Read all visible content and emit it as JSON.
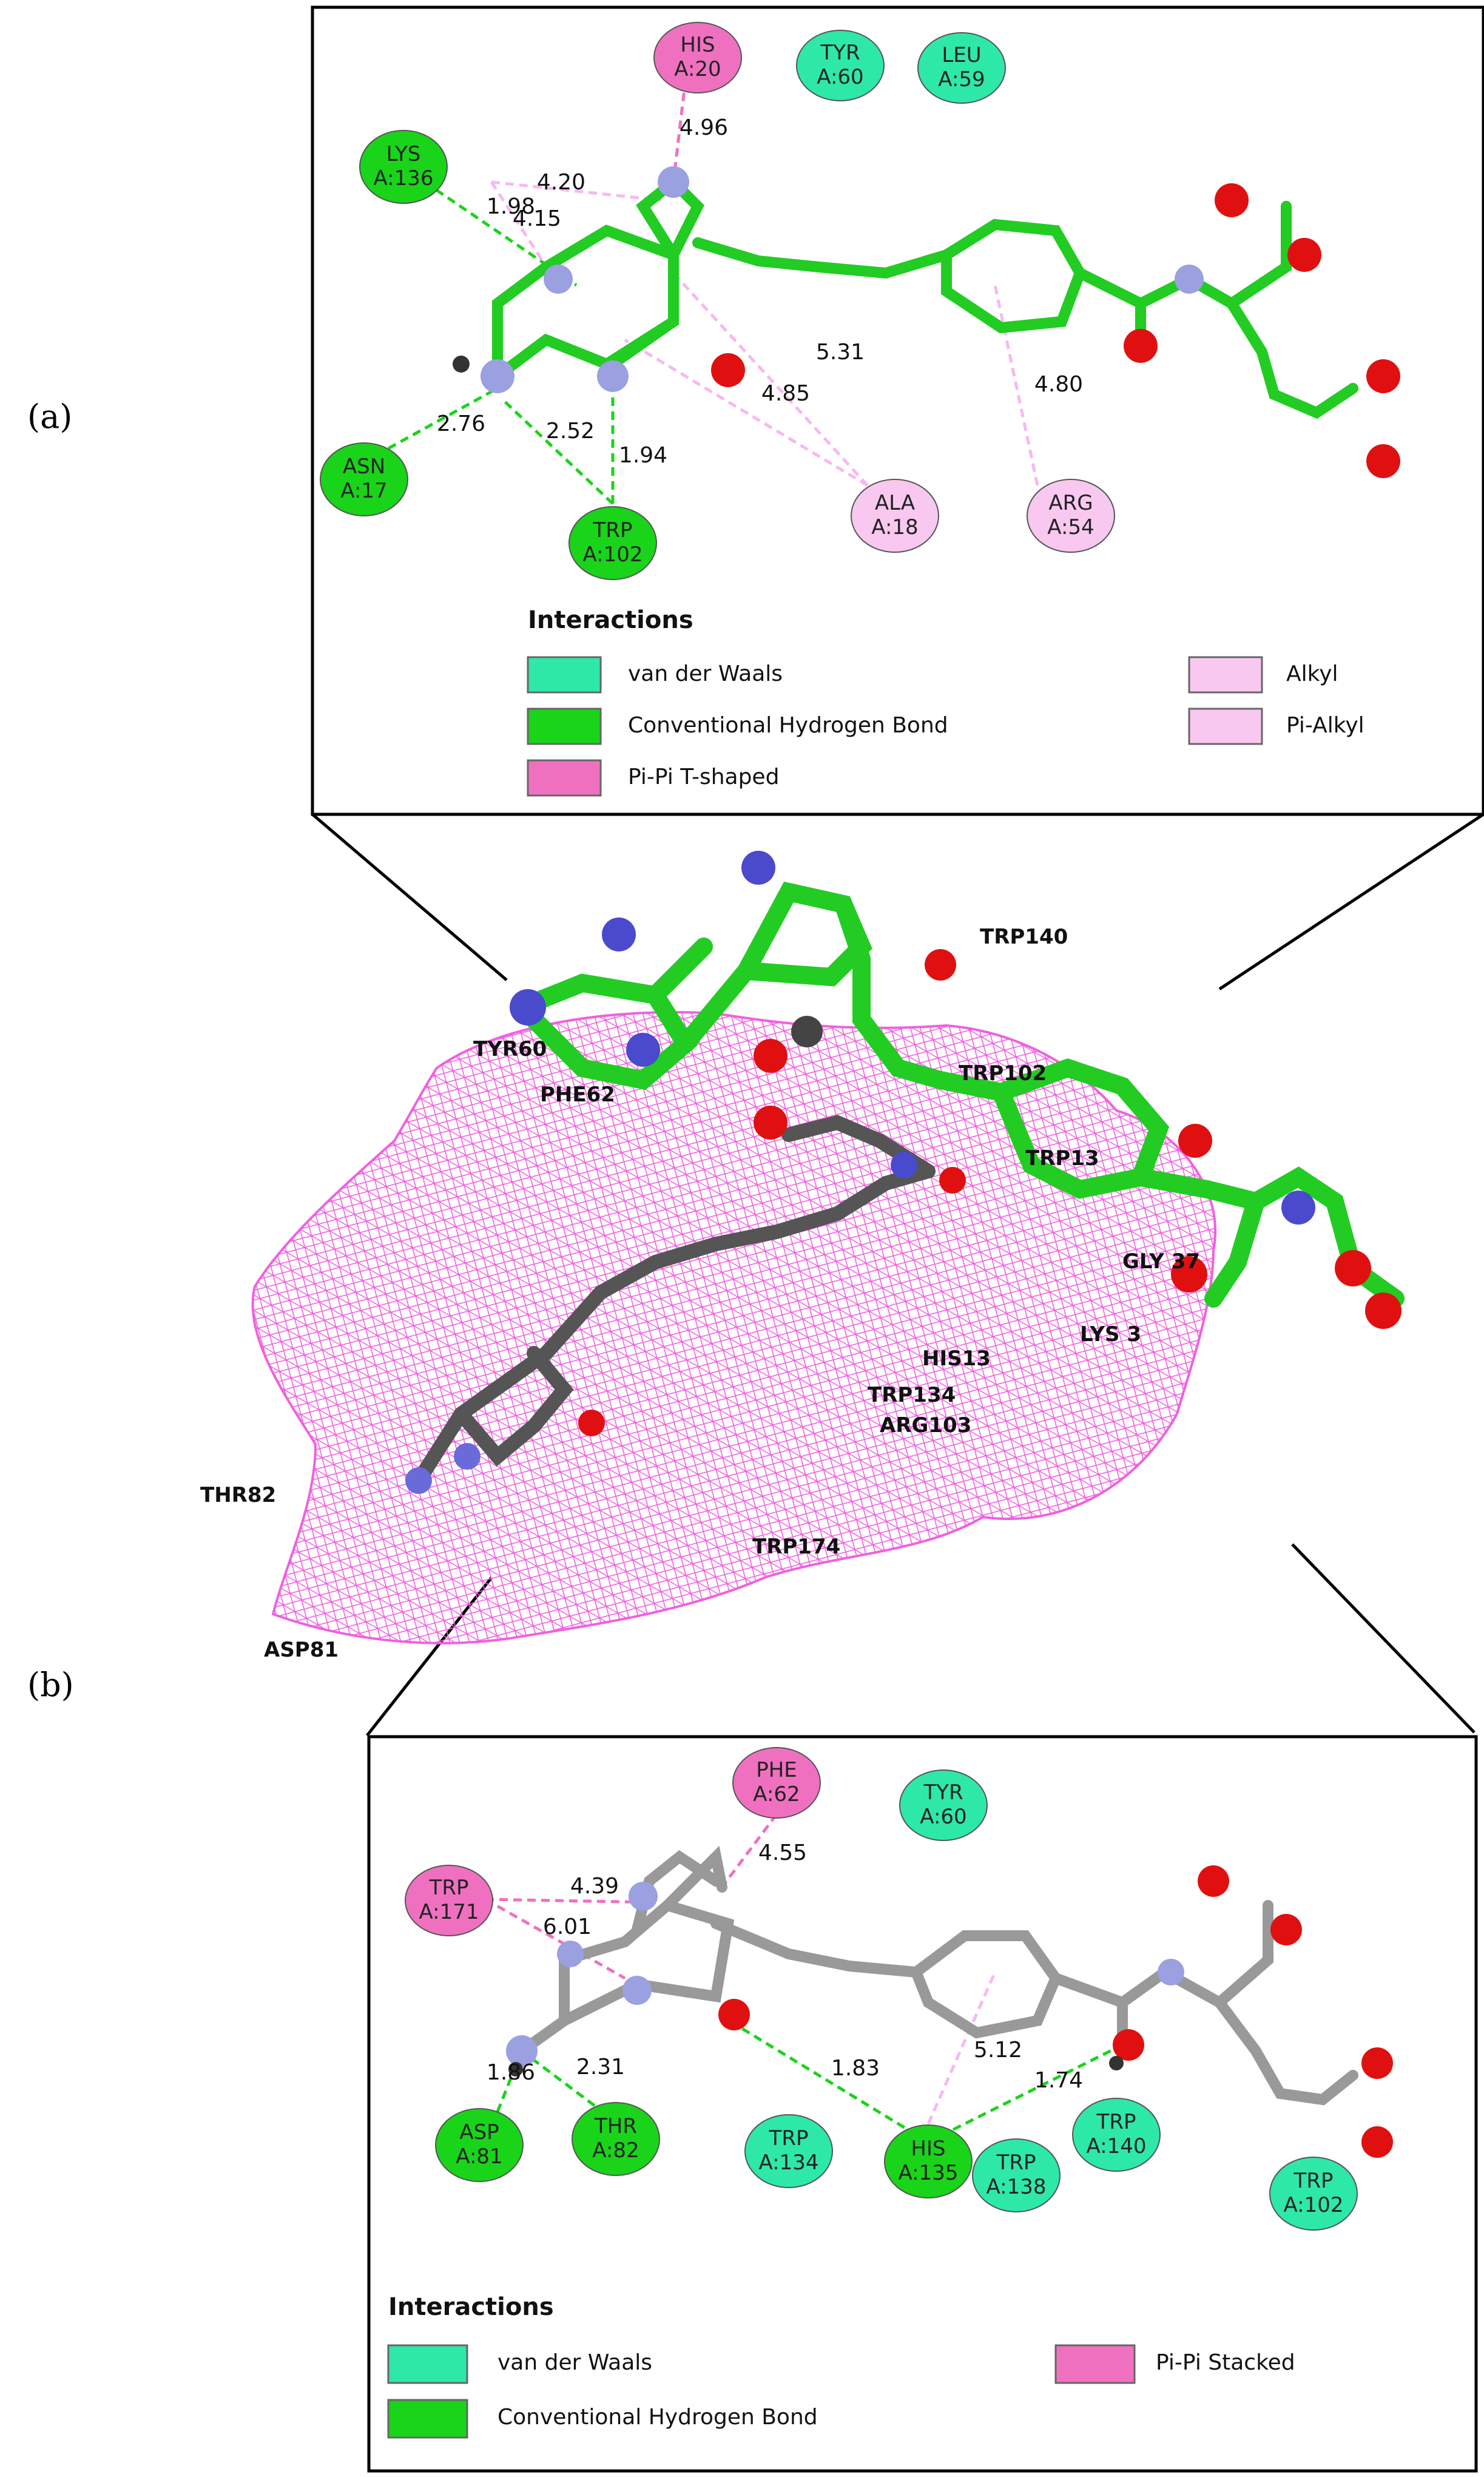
{
  "panel_labels": [
    "(a)",
    "(b)"
  ],
  "colors": {
    "van_der_waals": "#2ee8a8",
    "h_bond": "#19d419",
    "pi_pi": "#f070c0",
    "alkyl": "#f8c8f0",
    "carbon_a": "#22cc22",
    "carbon_b": "#999999",
    "nitrogen": "#9aa0e0",
    "oxygen": "#e01010",
    "mesh": "#f060e0"
  },
  "panel_a": {
    "residues": [
      {
        "name": "HIS",
        "id": "A:20",
        "type": "pi_pi"
      },
      {
        "name": "TYR",
        "id": "A:60",
        "type": "van_der_waals"
      },
      {
        "name": "LEU",
        "id": "A:59",
        "type": "van_der_waals"
      },
      {
        "name": "LYS",
        "id": "A:136",
        "type": "h_bond"
      },
      {
        "name": "ASN",
        "id": "A:17",
        "type": "h_bond"
      },
      {
        "name": "TRP",
        "id": "A:102",
        "type": "h_bond"
      },
      {
        "name": "ALA",
        "id": "A:18",
        "type": "alkyl"
      },
      {
        "name": "ARG",
        "id": "A:54",
        "type": "alkyl"
      }
    ],
    "distances": [
      "4.96",
      "4.20",
      "1.98",
      "4.15",
      "5.31",
      "4.85",
      "4.80",
      "2.76",
      "2.52",
      "1.94"
    ],
    "legend": {
      "title": "Interactions",
      "items": [
        "van der Waals",
        "Conventional Hydrogen Bond",
        "Pi-Pi T-shaped",
        "Alkyl",
        "Pi-Alkyl"
      ]
    }
  },
  "middle": {
    "labels": [
      "TRP140",
      "TYR60",
      "PHE62",
      "TRP102",
      "TRP13",
      "GLY 37",
      "HIS13",
      "LYS 3",
      "TRP134",
      "ARG103",
      "THR82",
      "TRP174",
      "ASP81"
    ]
  },
  "panel_b": {
    "residues": [
      {
        "name": "PHE",
        "id": "A:62",
        "type": "pi_pi"
      },
      {
        "name": "TYR",
        "id": "A:60",
        "type": "van_der_waals"
      },
      {
        "name": "TRP",
        "id": "A:171",
        "type": "pi_pi"
      },
      {
        "name": "ASP",
        "id": "A:81",
        "type": "h_bond"
      },
      {
        "name": "THR",
        "id": "A:82",
        "type": "h_bond"
      },
      {
        "name": "TRP",
        "id": "A:134",
        "type": "van_der_waals"
      },
      {
        "name": "HIS",
        "id": "A:135",
        "type": "h_bond"
      },
      {
        "name": "TRP",
        "id": "A:138",
        "type": "van_der_waals"
      },
      {
        "name": "TRP",
        "id": "A:140",
        "type": "van_der_waals"
      },
      {
        "name": "TRP",
        "id": "A:102",
        "type": "van_der_waals"
      }
    ],
    "distances": [
      "4.55",
      "4.39",
      "6.01",
      "1.86",
      "2.31",
      "1.83",
      "5.12",
      "1.74"
    ],
    "legend": {
      "title": "Interactions",
      "items": [
        "van der Waals",
        "Conventional Hydrogen Bond",
        "Pi-Pi Stacked"
      ]
    }
  }
}
